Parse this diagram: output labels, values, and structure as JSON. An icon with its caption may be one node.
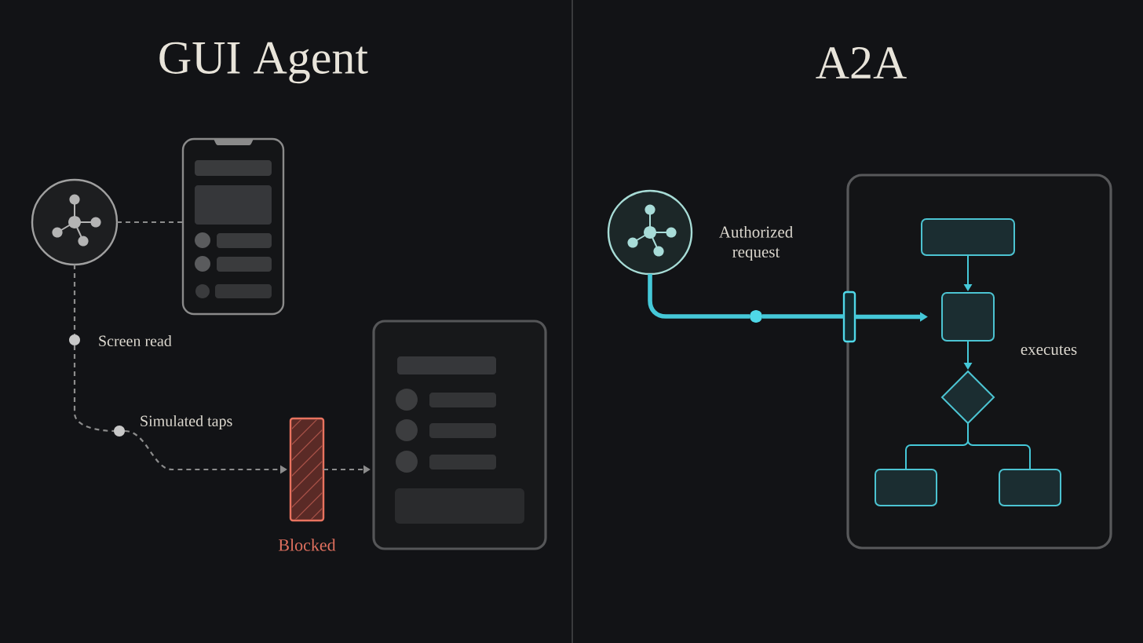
{
  "diagram": {
    "nodes": [
      {
        "text": [],
        "shape": "circle"
      },
      {
        "text": [],
        "shape": "picture"
      },
      {
        "text": [],
        "shape": "circle",
        "beside": [
          "Screen read"
        ]
      },
      {
        "text": [],
        "shape": "circle",
        "beside": [
          "Simulated taps"
        ]
      },
      {
        "text": [],
        "shape": "bar",
        "beside": [
          "Blocked"
        ]
      },
      {
        "text": [],
        "shape": "picture"
      },
      {
        "text": [],
        "shape": "circle",
        "beside": [
          "Authorized request"
        ]
      },
      {
        "text": [],
        "shape": "circle"
      },
      {
        "text": [],
        "shape": "bar"
      },
      {
        "text": [
          "executes"
        ]
      },
      {
        "text": [],
        "shape": "box",
        "in": 9
      },
      {
        "text": [],
        "shape": "box",
        "in": 9
      },
      {
        "text": [],
        "shape": "diamond",
        "in": 9
      },
      {
        "text": [],
        "shape": "box",
        "in": 9
      },
      {
        "text": [],
        "shape": "box",
        "in": 9
      }
    ],
    "edges": [
      {
        "from": 0,
        "to": 1,
        "arrow": "none",
        "style": "dashed",
        "color": "#8c8c8c"
      },
      {
        "from": 0,
        "to": 2,
        "arrow": "none",
        "style": "dashed",
        "color": "#8c8c8c"
      },
      {
        "from": 2,
        "to": 3,
        "arrow": "none",
        "style": "dashed",
        "color": "#8c8c8c"
      },
      {
        "from": 3,
        "to": 4,
        "arrow": "to",
        "style": "dashed",
        "color": "#8c8c8c"
      },
      {
        "from": 4,
        "to": 5,
        "arrow": "to",
        "style": "dashed",
        "color": "#8c8c8c"
      },
      {
        "from": 6,
        "to": 7,
        "arrow": "none",
        "style": "thick"
      },
      {
        "from": 7,
        "to": 8,
        "arrow": "none",
        "style": "thick"
      },
      {
        "from": 8,
        "to": 11,
        "arrow": "to",
        "style": "thick"
      },
      {
        "from": 10,
        "to": 11,
        "arrow": "to"
      },
      {
        "from": 11,
        "to": 12,
        "arrow": "to"
      },
      {
        "from": 12,
        "to": 13,
        "arrow": "none"
      },
      {
        "from": 12,
        "to": 14,
        "arrow": "none"
      }
    ],
    "labels": [
      "GUI Agent",
      "A2A"
    ]
  }
}
